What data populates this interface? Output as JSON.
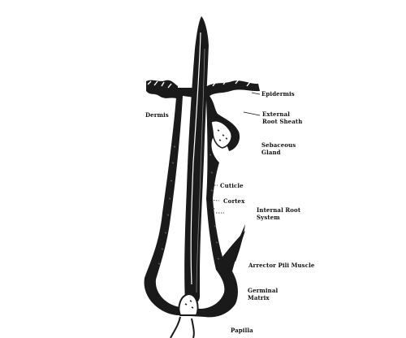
{
  "diagram": {
    "labels": {
      "epidermis": "Epidermis",
      "dermis": "Dermis",
      "external_root_sheath_line1": "External",
      "external_root_sheath_line2": "Root Sheath",
      "sebaceous_gland_line1": "Sebaceous",
      "sebaceous_gland_line2": "Gland",
      "cuticle": "Cuticle",
      "cortex": "Cortex",
      "internal_root_system_line1": "Internal Root",
      "internal_root_system_line2": "System",
      "arrector_pili_muscle": "Arrector Pili Muscle",
      "germinal_matrix_line1": "Germinal",
      "germinal_matrix_line2": "Matrix",
      "papilla": "Papilla"
    }
  }
}
